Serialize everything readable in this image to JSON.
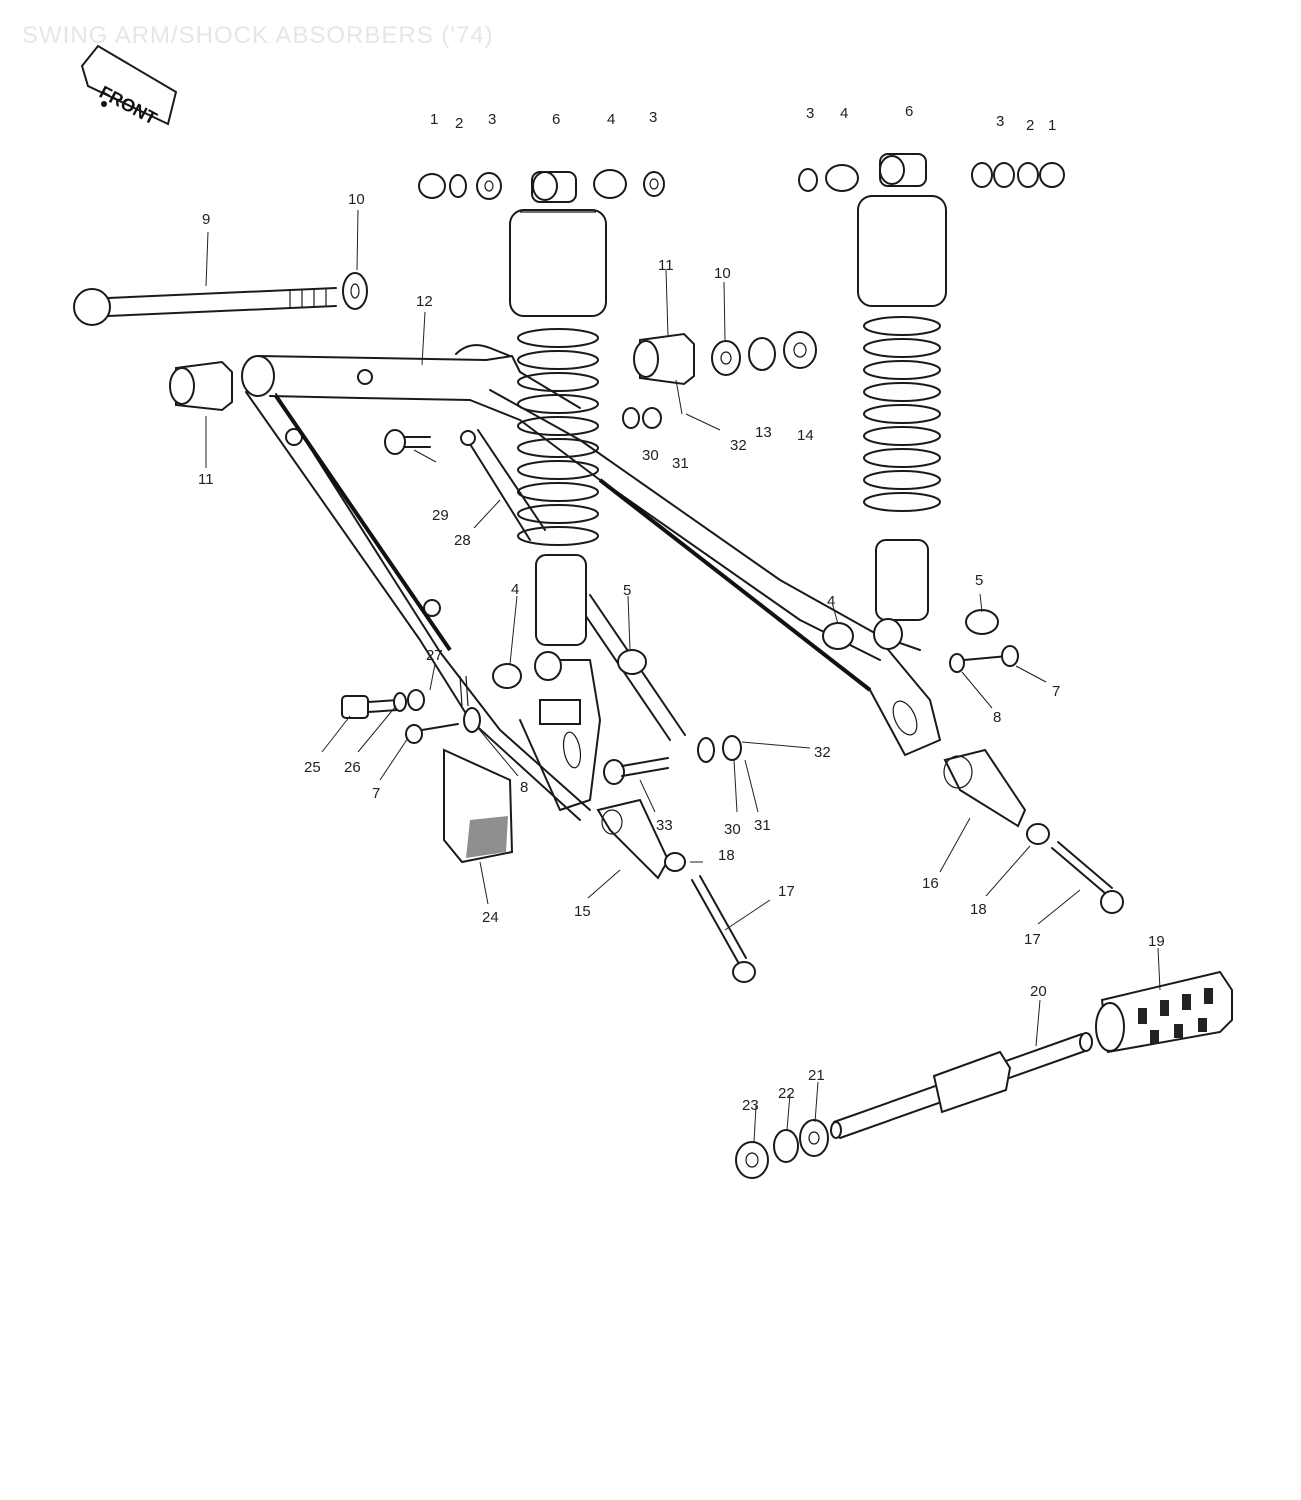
{
  "title": "SWING ARM/SHOCK ABSORBERS ('74)",
  "front_label": "FRONT",
  "callouts": {
    "c1a": "1",
    "c2a": "2",
    "c3a": "3",
    "c6a": "6",
    "c4a": "4",
    "c3b": "3",
    "c3c": "3",
    "c4b": "4",
    "c6b": "6",
    "c3d": "3",
    "c2b": "2",
    "c1b": "1",
    "c9": "9",
    "c10a": "10",
    "c12": "12",
    "c11a": "11",
    "c10b": "10",
    "c13": "13",
    "c14": "14",
    "c32a": "32",
    "c30a": "30",
    "c31a": "31",
    "c11b": "11",
    "c29": "29",
    "c28": "28",
    "c4c": "4",
    "c5a": "5",
    "c4d": "4",
    "c5b": "5",
    "c7a": "7",
    "c8a": "8",
    "c27": "27",
    "c25": "25",
    "c26": "26",
    "c7b": "7",
    "c8b": "8",
    "c32b": "32",
    "c33": "33",
    "c30b": "30",
    "c31b": "31",
    "c18a": "18",
    "c15": "15",
    "c24": "24",
    "c17a": "17",
    "c16": "16",
    "c18b": "18",
    "c17b": "17",
    "c19": "19",
    "c20": "20",
    "c21": "21",
    "c22": "22",
    "c23": "23"
  }
}
